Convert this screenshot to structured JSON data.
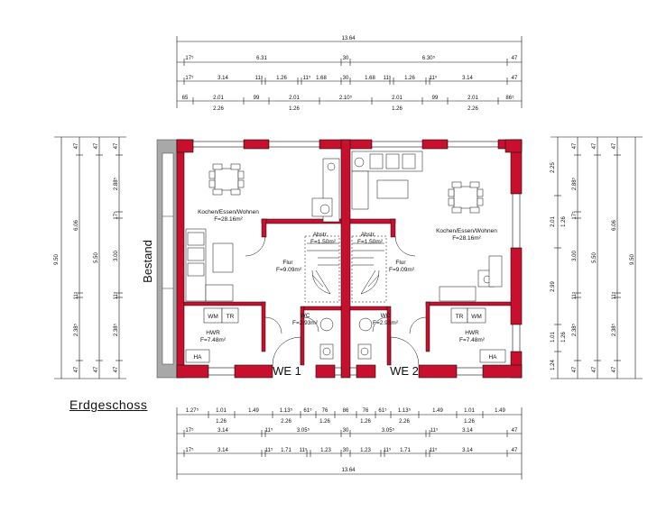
{
  "drawing": {
    "title": "Erdgeschoss",
    "neighbor_label": "Bestand",
    "units": [
      "WE 1",
      "WE 2"
    ],
    "rooms": {
      "living_name": "Kochen/Essen/Wohnen",
      "living_area": "F=28.16m²",
      "flur_name": "Flur",
      "flur_area": "F=9.09m²",
      "wc_name": "WC",
      "wc_area": "F=2.93m²",
      "hwr_name": "HWR",
      "hwr_area": "F=7.48m²",
      "abstr": "Abstr.",
      "abstr_area": "F=1.50m²"
    },
    "equipment": {
      "ha": "HA",
      "wm": "WM",
      "tr": "TR"
    }
  },
  "dimensions": {
    "top_total": "13.64",
    "top_row2": [
      "17⁵",
      "6.31",
      "30",
      "6.30⁵",
      "47"
    ],
    "top_row3": [
      "17⁵",
      "3.14",
      "11⁵",
      "1.26",
      "11⁵",
      "1.68",
      "30",
      "1.68",
      "11⁵",
      "1.26",
      "11⁵",
      "3.14",
      "47"
    ],
    "top_row4": [
      "65",
      "2.01",
      "99",
      "2.01",
      "2.10⁵",
      "2.01",
      "99",
      "2.01",
      "86⁵"
    ],
    "top_row4b": [
      "2.26",
      "1.26",
      "1.26",
      "2.26"
    ],
    "bottom_row1": [
      "1.27⁵",
      "1.01",
      "1.49",
      "1.13⁵",
      "61⁵",
      "76",
      "86",
      "76",
      "61⁵",
      "1.13⁵",
      "1.49",
      "1.01",
      "1.49"
    ],
    "bottom_row1b": [
      "1.26",
      "2.26",
      "1.26",
      "1.26",
      "2.26",
      "1.26"
    ],
    "bottom_row2": [
      "17⁵",
      "3.14",
      "11⁵",
      "3.05⁵",
      "30",
      "3.05⁵",
      "11⁵",
      "3.14",
      "47"
    ],
    "bottom_row3": [
      "17⁵",
      "3.14",
      "11⁵",
      "1.71",
      "11⁵",
      "1.23",
      "30",
      "1.23",
      "11⁵",
      "1.71",
      "11⁵",
      "3.14",
      "47"
    ],
    "bottom_total": "13.64",
    "left_total": "9.50",
    "left_col2": [
      "47",
      "6.06",
      "11⁵",
      "2.38⁵",
      "47"
    ],
    "left_col3": [
      "47",
      "5.50",
      "47"
    ],
    "left_col4": [
      "47",
      "2.88⁵",
      "17⁵",
      "3.00",
      "11⁵",
      "2.38⁵",
      "47"
    ],
    "right_col1": [
      "2.25",
      "2.01",
      "2.99",
      "1.01",
      "1.24"
    ],
    "right_col1b": [
      "1.26",
      "1.26"
    ],
    "right_col2": [
      "47",
      "2.88⁵",
      "17⁵",
      "3.00",
      "11⁵",
      "2.38⁵",
      "47"
    ],
    "right_col3": [
      "47",
      "5.50",
      "47"
    ],
    "right_col4": [
      "47",
      "6.06",
      "11⁵",
      "2.38⁵",
      "47"
    ],
    "right_total": "9.50"
  },
  "colors": {
    "wall": "#c8102e",
    "gray_wall": "#a0a0a0",
    "line": "#111111"
  }
}
